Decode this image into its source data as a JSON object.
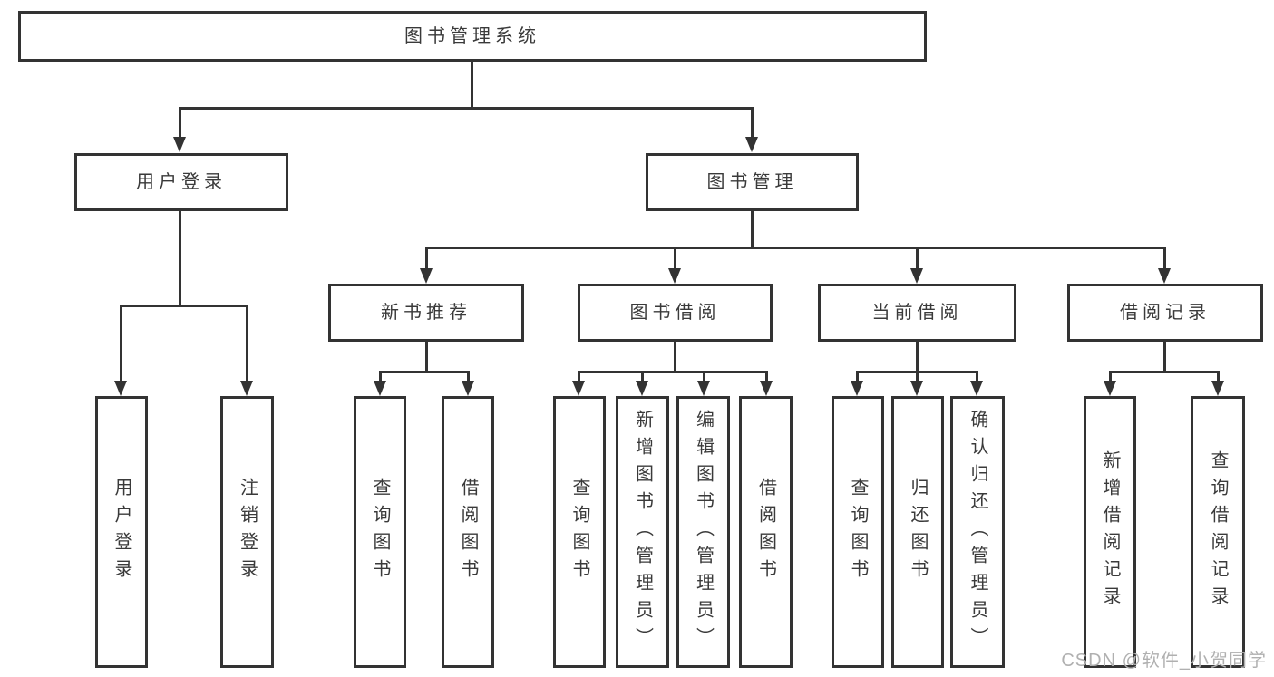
{
  "tree": {
    "label": "图书管理系统",
    "children": [
      {
        "label": "用户登录",
        "children": [
          {
            "label": "用户登录"
          },
          {
            "label": "注销登录"
          }
        ]
      },
      {
        "label": "图书管理",
        "children": [
          {
            "label": "新书推荐",
            "children": [
              {
                "label": "查询图书"
              },
              {
                "label": "借阅图书"
              }
            ]
          },
          {
            "label": "图书借阅",
            "children": [
              {
                "label": "查询图书"
              },
              {
                "label": "新增图书（管理员）"
              },
              {
                "label": "编辑图书（管理员）"
              },
              {
                "label": "借阅图书"
              }
            ]
          },
          {
            "label": "当前借阅",
            "children": [
              {
                "label": "查询图书"
              },
              {
                "label": "归还图书"
              },
              {
                "label": "确认归还（管理员）"
              }
            ]
          },
          {
            "label": "借阅记录",
            "children": [
              {
                "label": "新增借阅记录"
              },
              {
                "label": "查询借阅记录"
              }
            ]
          }
        ]
      }
    ]
  },
  "watermark": {
    "text": "CSDN @软件_小贺同学"
  },
  "colors": {
    "line": "#333333",
    "text": "#3a3a3a",
    "watermark": "#b0b0b0",
    "background": "#ffffff"
  }
}
